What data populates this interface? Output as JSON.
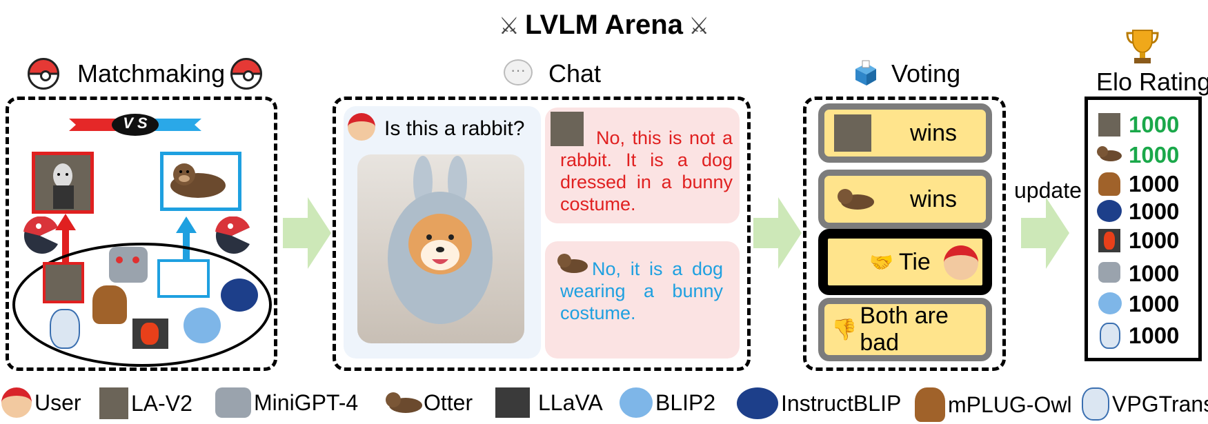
{
  "title": "LVLM Arena",
  "title_icon": "crossed-swords-icon",
  "sections": {
    "matchmaking": "Matchmaking",
    "chat": "Chat",
    "voting": "Voting",
    "elo": "Elo Rating"
  },
  "vs_label": "V S",
  "chat": {
    "question": "Is this a rabbit?",
    "reply_a": "No, this is not a rabbit. It is a dog dressed in a bunny costume.",
    "reply_b": "No, it is a dog wearing a bunny costume."
  },
  "votes": [
    "wins",
    "wins",
    "Tie",
    "Both are bad"
  ],
  "update_label": "update",
  "elo": [
    "1000",
    "1000",
    "1000",
    "1000",
    "1000",
    "1000",
    "1000",
    "1000"
  ],
  "legend": [
    "User",
    "LA-V2",
    "MiniGPT-4",
    "Otter",
    "LLaVA",
    "BLIP2",
    "InstructBLIP",
    "mPLUG-Owl",
    "VPGTrans"
  ],
  "colors": {
    "model_a": "#e02020",
    "model_b": "#1ea0e0",
    "winner_elo": "#1aa84a",
    "vote_fill": "#ffe48c",
    "arrow": "#cde8b8"
  }
}
